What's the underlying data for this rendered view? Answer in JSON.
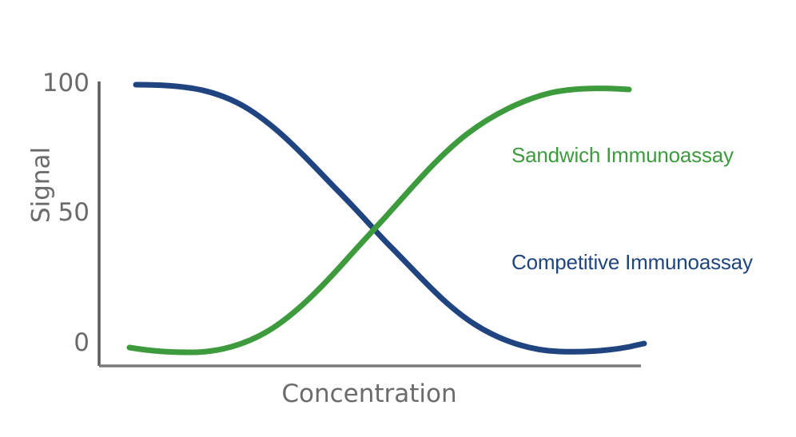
{
  "chart_data": {
    "type": "line",
    "title": "",
    "subtitle": "",
    "xlabel": "Concentration",
    "ylabel": "Signal",
    "ylim": [
      0,
      100
    ],
    "yticks": [
      0,
      50,
      100
    ],
    "ytick_labels": [
      "0",
      "50",
      "100"
    ],
    "xticks": [],
    "xtick_labels": [],
    "grid": false,
    "legend_position": "inline-right",
    "axis_color": "#6b6b6b",
    "background": "#ffffff",
    "x": [
      0,
      5,
      10,
      15,
      20,
      25,
      30,
      35,
      40,
      45,
      50,
      55,
      60,
      65,
      70,
      75,
      80,
      85,
      90,
      95,
      100
    ],
    "series": [
      {
        "name": "Competitive Immunoassay",
        "color": "#1f4480",
        "shape": "descending-sigmoid",
        "values": [
          100,
          100,
          99,
          98,
          96,
          93,
          88,
          81,
          72,
          62,
          50,
          38,
          29,
          20,
          13,
          8,
          4,
          2,
          0,
          -1,
          0
        ]
      },
      {
        "name": "Sandwich Immunoassay",
        "color": "#3d9b3d",
        "shape": "ascending-sigmoid",
        "values": [
          0,
          -1,
          -1,
          0,
          2,
          5,
          9,
          15,
          23,
          34,
          50,
          63,
          74,
          82,
          88,
          93,
          96,
          98,
          99,
          99,
          99
        ]
      }
    ],
    "annotations": [
      {
        "text": "Sandwich Immunoassay",
        "color": "#3d9b3d"
      },
      {
        "text": "Competitive Immunoassay",
        "color": "#1f4480"
      }
    ]
  },
  "axes": {
    "ytick_100": "100",
    "ytick_50": "50",
    "ytick_0": "0",
    "ylabel": "Signal",
    "xlabel": "Concentration"
  },
  "labels": {
    "sandwich": "Sandwich Immunoassay",
    "competitive": "Competitive Immunoassay"
  }
}
